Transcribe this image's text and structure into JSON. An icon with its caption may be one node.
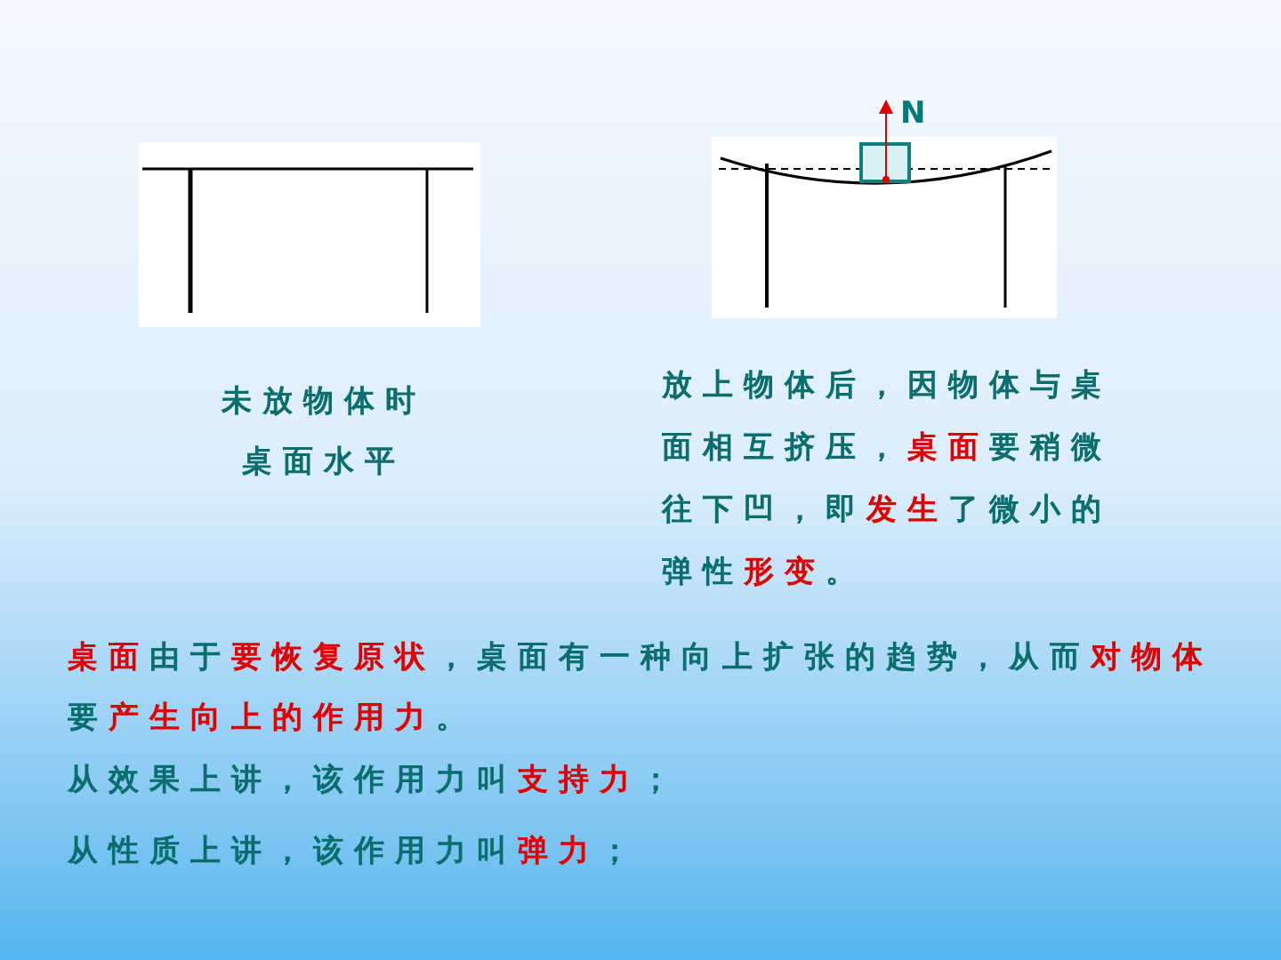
{
  "diagram": {
    "labels": [
      "N",
      "未放物体时",
      "桌面水平",
      "放上物体后，因物体与桌面相互挤压，**桌面**要稍微往下凹，即**发生**了微小的弹性**形变**。",
      "**桌面**由于**要恢复原状**，桌面有一种向上扩张的趋势，从而**对物体**要**产生向上的作用力**。",
      "从效果上讲，该作用力叫**支持力**；",
      "从性质上讲，该作用力叫**弹力**；"
    ]
  }
}
